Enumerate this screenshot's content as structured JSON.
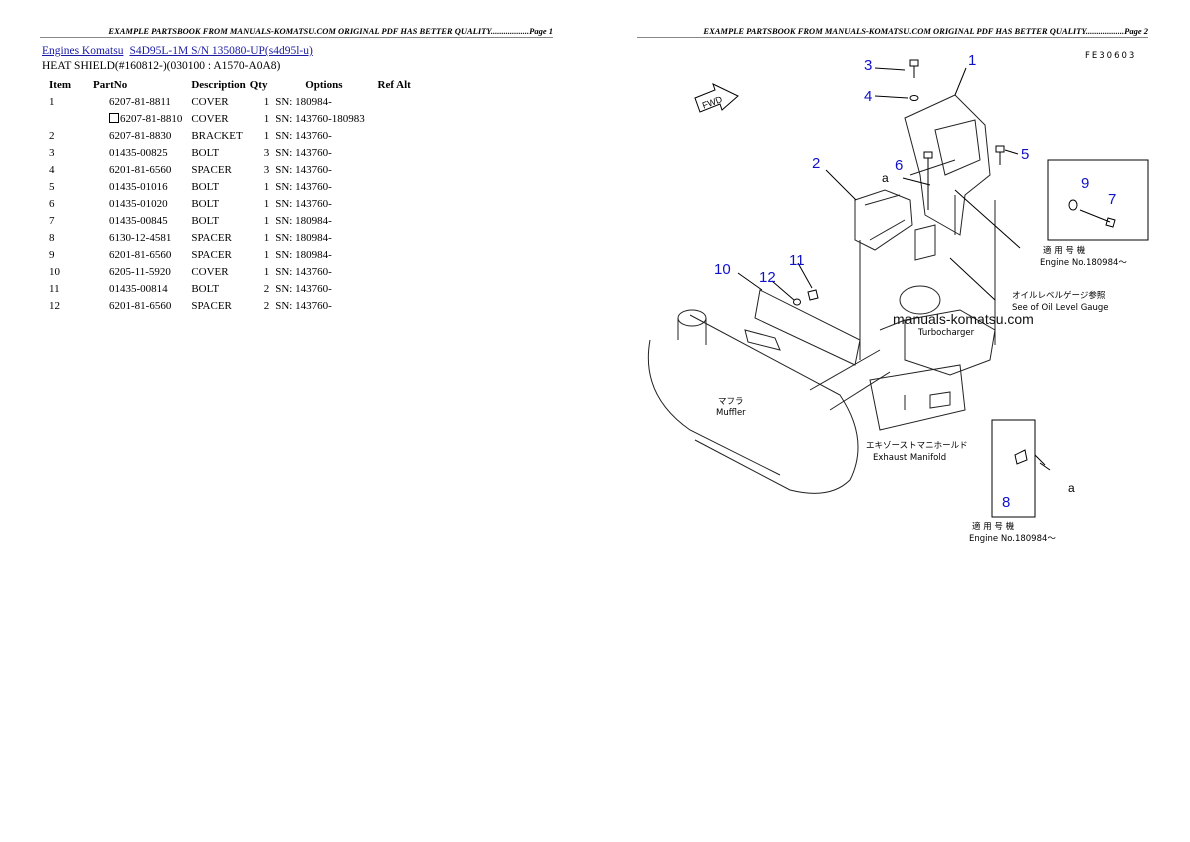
{
  "headers": {
    "left": "EXAMPLE PARTSBOOK FROM MANUALS-KOMATSU.COM ORIGINAL PDF HAS BETTER QUALITY..................Page 1",
    "right": "EXAMPLE PARTSBOOK FROM MANUALS-KOMATSU.COM ORIGINAL PDF HAS BETTER QUALITY..................Page 2"
  },
  "breadcrumb": {
    "link1": "Engines Komatsu",
    "link2": "S4D95L-1M S/N 135080-UP(s4d95l-u)"
  },
  "subtitle": "HEAT SHIELD(#160812-)(030100 : A1570-A0A8)",
  "table": {
    "columns": [
      "Item",
      "PartNo",
      "Description",
      "Qty",
      "Options",
      "Ref Alt"
    ],
    "rows": [
      {
        "item": "1",
        "partno": "6207-81-8811",
        "desc": "COVER",
        "qty": "1",
        "options": "SN: 180984-",
        "alt": false
      },
      {
        "item": "",
        "partno": "6207-81-8810",
        "desc": "COVER",
        "qty": "1",
        "options": "SN: 143760-180983",
        "alt": true
      },
      {
        "item": "2",
        "partno": "6207-81-8830",
        "desc": "BRACKET",
        "qty": "1",
        "options": "SN: 143760-",
        "alt": false
      },
      {
        "item": "3",
        "partno": "01435-00825",
        "desc": "BOLT",
        "qty": "3",
        "options": "SN: 143760-",
        "alt": false
      },
      {
        "item": "4",
        "partno": "6201-81-6560",
        "desc": "SPACER",
        "qty": "3",
        "options": "SN: 143760-",
        "alt": false
      },
      {
        "item": "5",
        "partno": "01435-01016",
        "desc": "BOLT",
        "qty": "1",
        "options": "SN: 143760-",
        "alt": false
      },
      {
        "item": "6",
        "partno": "01435-01020",
        "desc": "BOLT",
        "qty": "1",
        "options": "SN: 143760-",
        "alt": false
      },
      {
        "item": "7",
        "partno": "01435-00845",
        "desc": "BOLT",
        "qty": "1",
        "options": "SN: 180984-",
        "alt": false
      },
      {
        "item": "8",
        "partno": "6130-12-4581",
        "desc": "SPACER",
        "qty": "1",
        "options": "SN: 180984-",
        "alt": false
      },
      {
        "item": "9",
        "partno": "6201-81-6560",
        "desc": "SPACER",
        "qty": "1",
        "options": "SN: 180984-",
        "alt": false
      },
      {
        "item": "10",
        "partno": "6205-11-5920",
        "desc": "COVER",
        "qty": "1",
        "options": "SN: 143760-",
        "alt": false
      },
      {
        "item": "11",
        "partno": "01435-00814",
        "desc": "BOLT",
        "qty": "2",
        "options": "SN: 143760-",
        "alt": false
      },
      {
        "item": "12",
        "partno": "6201-81-6560",
        "desc": "SPACER",
        "qty": "2",
        "options": "SN: 143760-",
        "alt": false
      }
    ]
  },
  "diagram": {
    "code": "FE30603",
    "callouts": [
      "1",
      "2",
      "3",
      "4",
      "5",
      "6",
      "7",
      "8",
      "9",
      "10",
      "11",
      "12"
    ],
    "callout_a": "a",
    "fwd": "FWD",
    "note_top_jp": "適 用 号 機",
    "note_top_en": "Engine No.180984～",
    "oil_jp": "オイルレベルゲージ参照",
    "oil_en": "See of Oil Level Gauge",
    "turbo": "Turbocharger",
    "muffler_jp": "マフラ",
    "muffler_en": "Muffler",
    "manifold_jp": "エキゾーストマニホールド",
    "manifold_en": "Exhaust Manifold",
    "note_bot_jp": "適 用 号 機",
    "note_bot_en": "Engine No.180984～",
    "watermark": "manuals-komatsu.com",
    "callout_color": "#1010c8"
  }
}
